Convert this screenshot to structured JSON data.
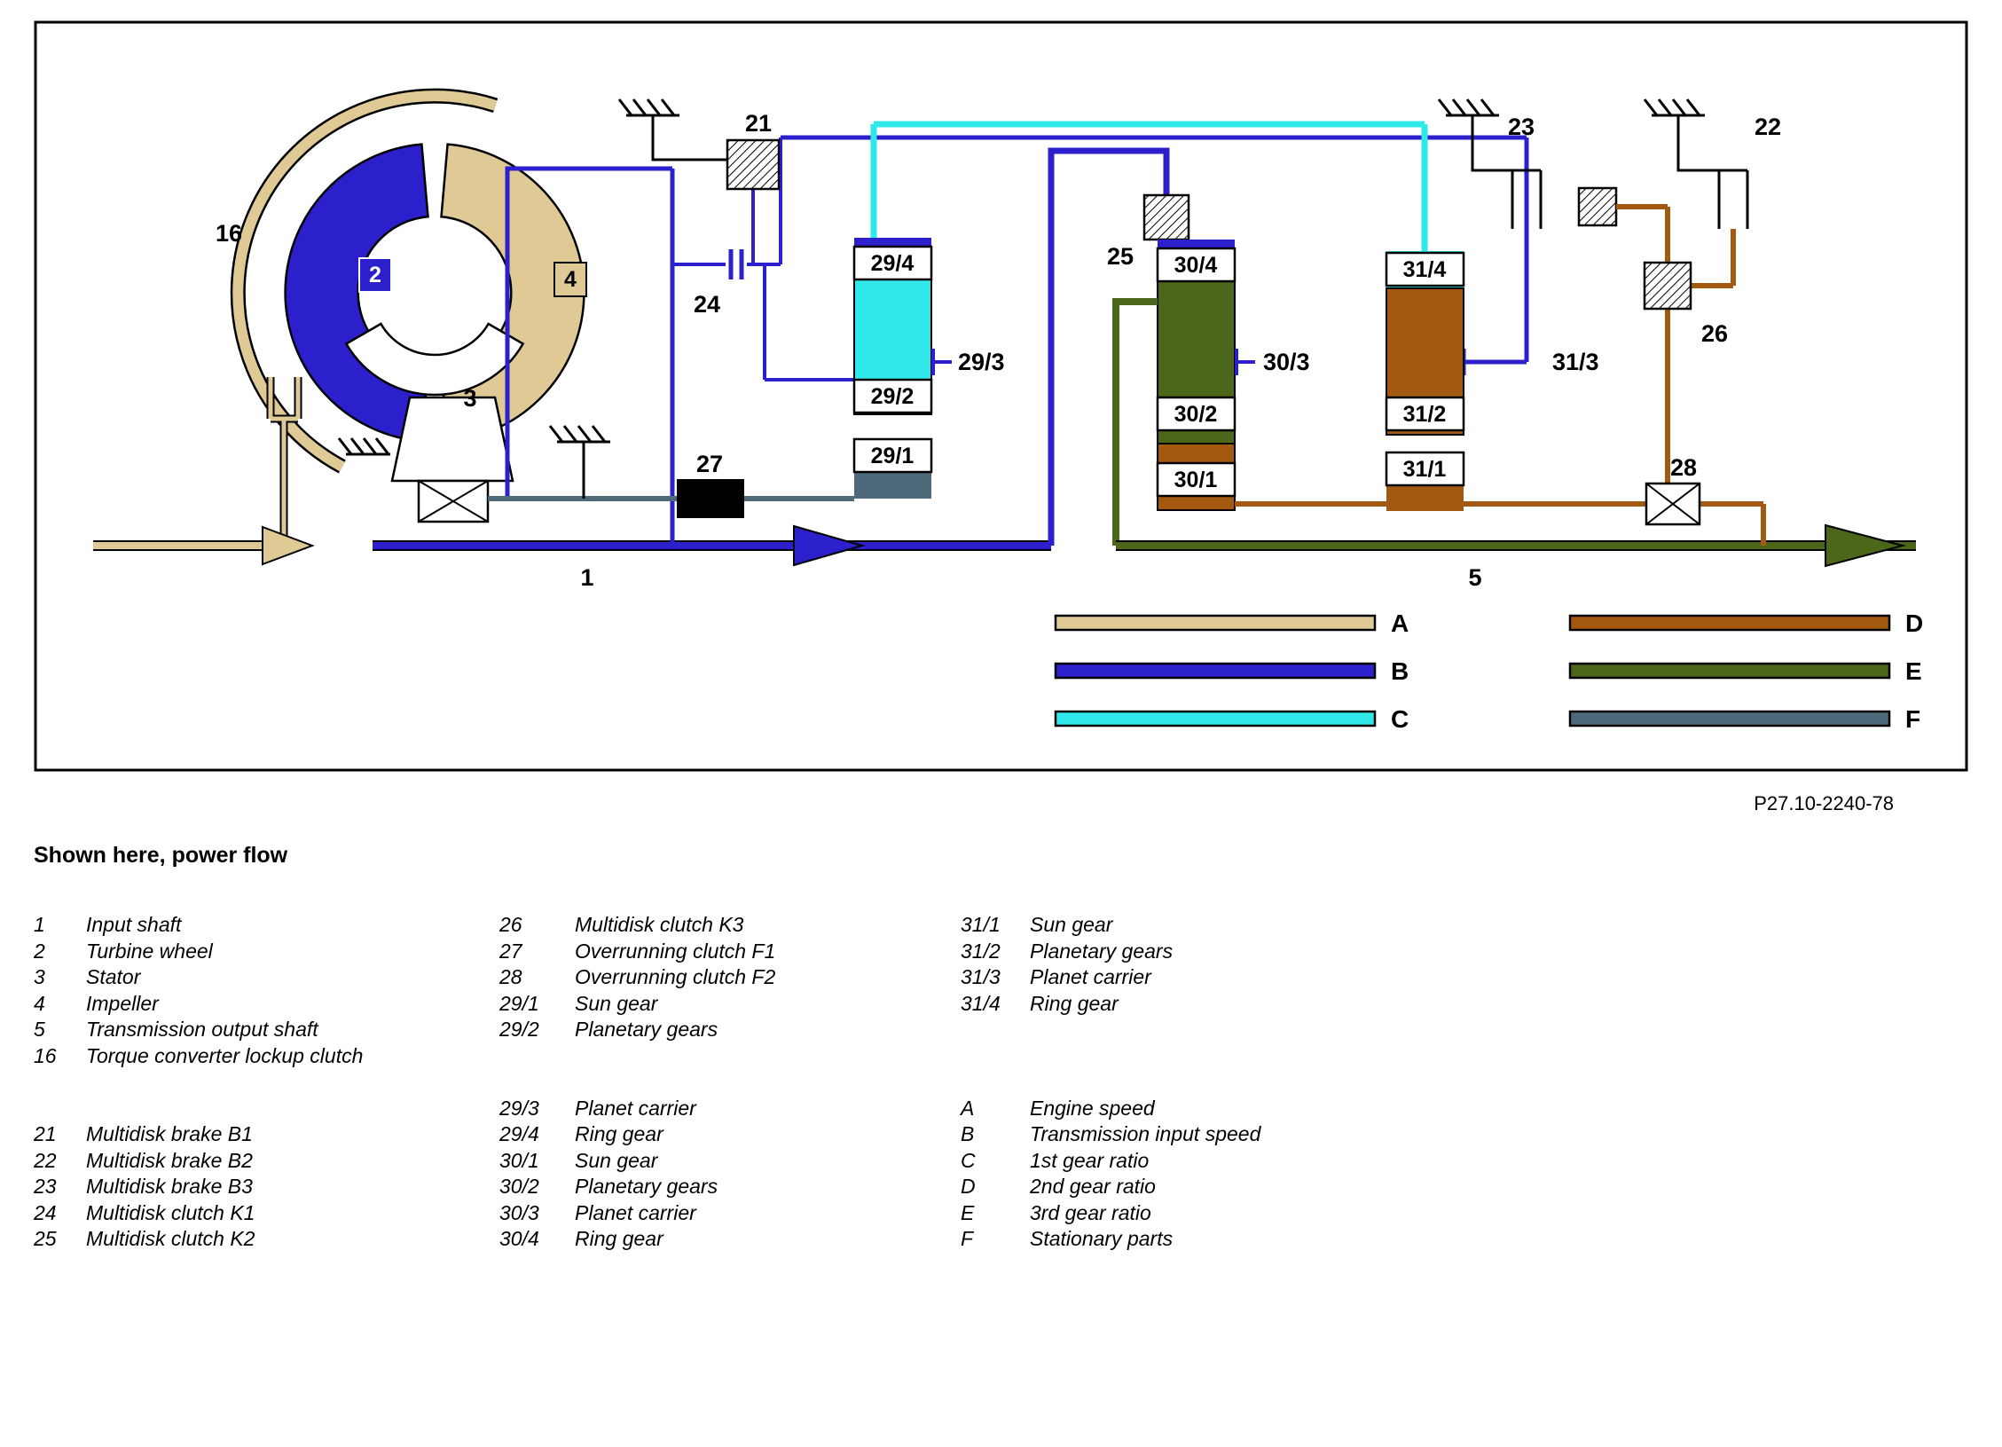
{
  "figure": {
    "ref": "P27.10-2240-78",
    "heading": "Shown here, power flow"
  },
  "diagram": {
    "colors": {
      "engine_speed": "#dfca95",
      "input_speed": "#2c20cc",
      "gear1": "#2fe8ea",
      "gear2": "#a35a10",
      "gear3": "#4c661a",
      "stationary": "#4e6a7a"
    },
    "labels": {
      "shaft1": "1",
      "turbine": "2",
      "stator": "3",
      "impeller": "4",
      "shaft5": "5",
      "lockup": "16",
      "b1": "21",
      "b2": "22",
      "b3": "23",
      "k1": "24",
      "k2": "25",
      "k3": "26",
      "f1": "27",
      "f2": "28",
      "g29_1": "29/1",
      "g29_2": "29/2",
      "g29_3": "29/3",
      "g29_4": "29/4",
      "g30_1": "30/1",
      "g30_2": "30/2",
      "g30_3": "30/3",
      "g30_4": "30/4",
      "g31_1": "31/1",
      "g31_2": "31/2",
      "g31_3": "31/3",
      "g31_4": "31/4",
      "bar_a": "A",
      "bar_b": "B",
      "bar_c": "C",
      "bar_d": "D",
      "bar_e": "E",
      "bar_f": "F"
    }
  },
  "legend": {
    "col1": {
      "group1": [
        {
          "num": "1",
          "label": "Input shaft"
        },
        {
          "num": "2",
          "label": "Turbine wheel"
        },
        {
          "num": "3",
          "label": "Stator"
        },
        {
          "num": "4",
          "label": "Impeller"
        },
        {
          "num": "5",
          "label": "Transmission output shaft"
        },
        {
          "num": "16",
          "label": "Torque converter lockup clutch"
        }
      ],
      "group2": [
        {
          "num": "21",
          "label": "Multidisk brake B1"
        },
        {
          "num": "22",
          "label": "Multidisk brake B2"
        },
        {
          "num": "23",
          "label": "Multidisk brake B3"
        },
        {
          "num": "24",
          "label": "Multidisk clutch K1"
        },
        {
          "num": "25",
          "label": "Multidisk clutch K2"
        }
      ]
    },
    "col2": {
      "group1": [
        {
          "num": "26",
          "label": "Multidisk clutch K3"
        },
        {
          "num": "27",
          "label": "Overrunning clutch F1"
        },
        {
          "num": "28",
          "label": "Overrunning clutch F2"
        },
        {
          "num": "29/1",
          "label": "Sun gear"
        },
        {
          "num": "29/2",
          "label": "Planetary gears"
        }
      ],
      "group2": [
        {
          "num": "29/3",
          "label": "Planet carrier"
        },
        {
          "num": "29/4",
          "label": "Ring gear"
        },
        {
          "num": "30/1",
          "label": "Sun gear"
        },
        {
          "num": "30/2",
          "label": "Planetary gears"
        },
        {
          "num": "30/3",
          "label": "Planet carrier"
        },
        {
          "num": "30/4",
          "label": "Ring gear"
        }
      ]
    },
    "col3": {
      "group1": [
        {
          "num": "31/1",
          "label": "Sun gear"
        },
        {
          "num": "31/2",
          "label": "Planetary gears"
        },
        {
          "num": "31/3",
          "label": "Planet carrier"
        },
        {
          "num": "31/4",
          "label": "Ring gear"
        }
      ],
      "group2": [
        {
          "num": "A",
          "label": "Engine speed"
        },
        {
          "num": "B",
          "label": "Transmission input speed"
        },
        {
          "num": "C",
          "label": "1st gear ratio"
        },
        {
          "num": "D",
          "label": "2nd gear ratio"
        },
        {
          "num": "E",
          "label": "3rd gear ratio"
        },
        {
          "num": "F",
          "label": "Stationary parts"
        }
      ]
    }
  }
}
